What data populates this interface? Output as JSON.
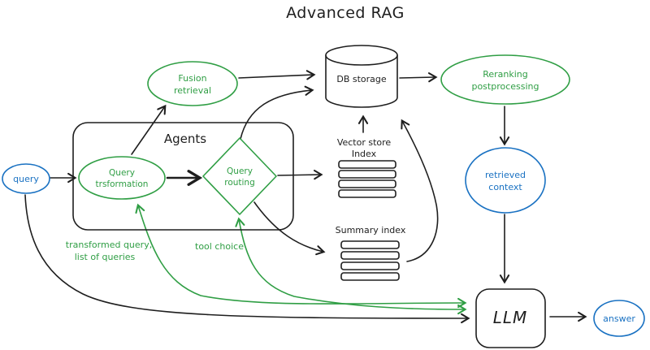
{
  "title": "Advanced RAG",
  "colors": {
    "green": "#2f9e44",
    "blue": "#1971c2",
    "ink": "#1e1e1e"
  },
  "nodes": {
    "query": {
      "label": "query"
    },
    "agents": {
      "label": "Agents"
    },
    "query_transformation": {
      "line1": "Query",
      "line2": "trsformation"
    },
    "query_routing": {
      "line1": "Query",
      "line2": "routing"
    },
    "fusion_retrieval": {
      "line1": "Fusion",
      "line2": "retrieval"
    },
    "db_storage": {
      "label": "DB storage"
    },
    "vector_store_index": {
      "line1": "Vector store",
      "line2": "Index"
    },
    "summary_index": {
      "label": "Summary index"
    },
    "reranking": {
      "line1": "Reranking",
      "line2": "postprocessing"
    },
    "retrieved_context": {
      "line1": "retrieved",
      "line2": "context"
    },
    "llm": {
      "label": "LLM"
    },
    "answer": {
      "label": "answer"
    }
  },
  "annotations": {
    "transformed_query_line1": "transformed query,",
    "transformed_query_line2": "list of queries",
    "tool_choice": "tool choice"
  }
}
